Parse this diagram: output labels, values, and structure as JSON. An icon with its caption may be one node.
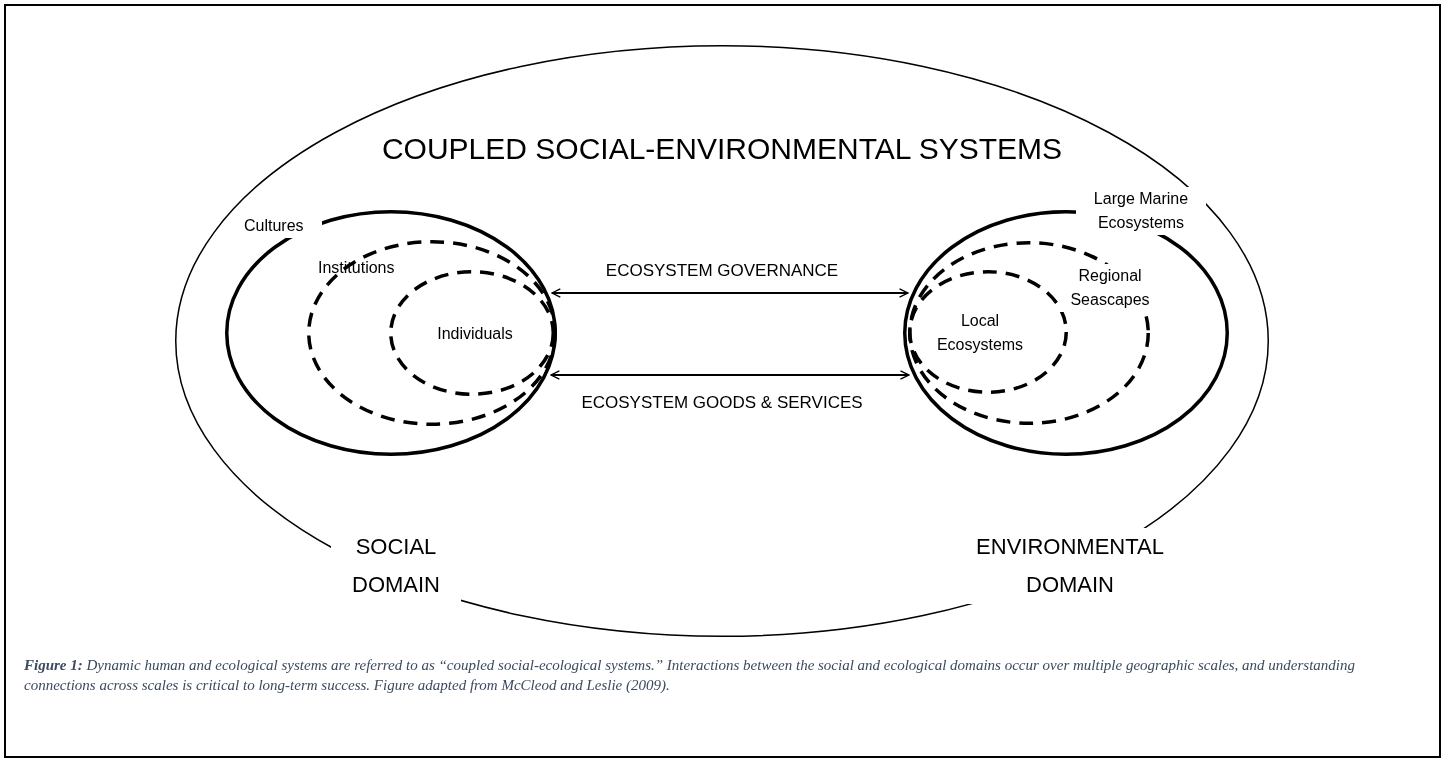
{
  "diagram": {
    "caption": "**Figure 1:** Dynamic human and ecological systems are referred to as “coupled social-ecological systems.”  Interactions between the social and ecological domains occur over multiple geographic scales, and understanding connections across scales is critical to long-term success.  Figure adapted from McCleod and Leslie (2009).",
    "nodes": [
      {
        "text": [
          "COUPLED SOCIAL-ENVIRONMENTAL SYSTEMS"
        ]
      },
      {
        "text": [
          "Cultures"
        ],
        "in": 0,
        "beside": [
          "SOCIAL DOMAIN"
        ]
      },
      {
        "text": [
          "Institutions"
        ],
        "in": 1
      },
      {
        "text": [
          "Individuals"
        ],
        "in": 2
      },
      {
        "text": [
          "Large Marine Ecosystems"
        ],
        "in": 0,
        "beside": [
          "ENVIRONMENTAL DOMAIN"
        ]
      },
      {
        "text": [
          "Regional Seascapes"
        ],
        "in": 4
      },
      {
        "text": [
          "Local Ecosystems"
        ],
        "in": 5
      }
    ],
    "edges": [
      {
        "from": 1,
        "to": 4,
        "arrow": "both",
        "label": "ECOSYSTEM GOVERNANCE"
      },
      {
        "from": 1,
        "to": 4,
        "arrow": "both",
        "label": "ECOSYSTEM GOODS & SERVICES"
      }
    ]
  }
}
